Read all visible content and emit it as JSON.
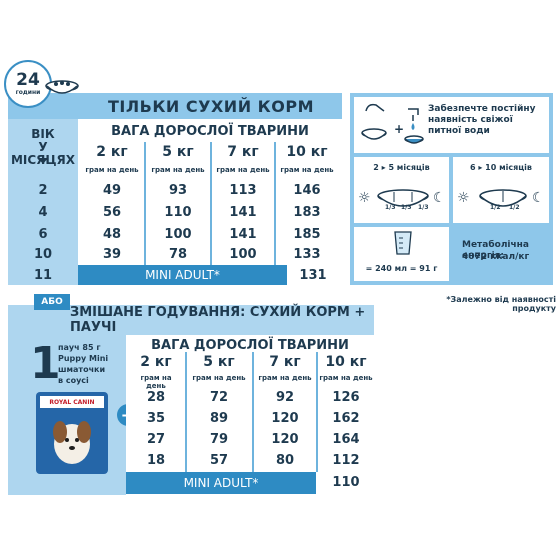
{
  "badge": {
    "number": "24",
    "unit": "години"
  },
  "dry": {
    "title": "ТІЛЬКИ СУХИЙ КОРМ",
    "age_header": [
      "ВІК",
      "У МІСЯЦЯХ"
    ],
    "table_header": "ВАГА ДОРОСЛОЇ ТВАРИНИ",
    "columns": [
      "2 кг",
      "5 кг",
      "7 кг",
      "10 кг"
    ],
    "col_sub": "грам на день",
    "rows": [
      {
        "age": "2",
        "values": [
          "49",
          "93",
          "113",
          "146"
        ]
      },
      {
        "age": "4",
        "values": [
          "56",
          "110",
          "141",
          "183"
        ]
      },
      {
        "age": "6",
        "values": [
          "48",
          "100",
          "141",
          "185"
        ]
      },
      {
        "age": "10",
        "values": [
          "39",
          "78",
          "100",
          "133"
        ]
      },
      {
        "age": "11",
        "values": [
          "",
          "",
          "",
          "131"
        ]
      }
    ],
    "mini_adult": "MINI ADULT*"
  },
  "info": {
    "water_text": "Забезпечте постійну наявність свіжої питної води",
    "schedule_left": "2 ▸ 5 місяців",
    "schedule_right": "6 ▸ 10 місяців",
    "fraction": "1/3",
    "fraction_half": "1/2",
    "measure_text": "= 240 мл = 91 г",
    "energy_label": "Метаболічна енергія:",
    "energy_value": "4072 ккал/кг"
  },
  "dependent_note": "*Залежно від наявності продукту",
  "mixed": {
    "or_tag": "АБО",
    "title": "ЗМІШАНЕ ГОДУВАННЯ: СУХИЙ КОРМ + ПАУЧІ",
    "count": "1",
    "pouch_text": [
      "пауч 85 г",
      "Puppy Mini",
      "шматочки",
      "в соусі"
    ],
    "brand": "ROYAL CANIN",
    "table_header": "ВАГА ДОРОСЛОЇ ТВАРИНИ",
    "columns": [
      "2 кг",
      "5 кг",
      "7 кг",
      "10 кг"
    ],
    "col_sub": "грам на день",
    "rows": [
      [
        "28",
        "72",
        "92",
        "126"
      ],
      [
        "35",
        "89",
        "120",
        "162"
      ],
      [
        "27",
        "79",
        "120",
        "164"
      ],
      [
        "18",
        "57",
        "80",
        "112"
      ],
      [
        "",
        "",
        "",
        "110"
      ]
    ],
    "mini_adult": "MINI ADULT*",
    "plus": "+"
  },
  "colors": {
    "accent": "#2e8bc3",
    "panel": "#8ec7ea",
    "text": "#1e3a4f"
  }
}
